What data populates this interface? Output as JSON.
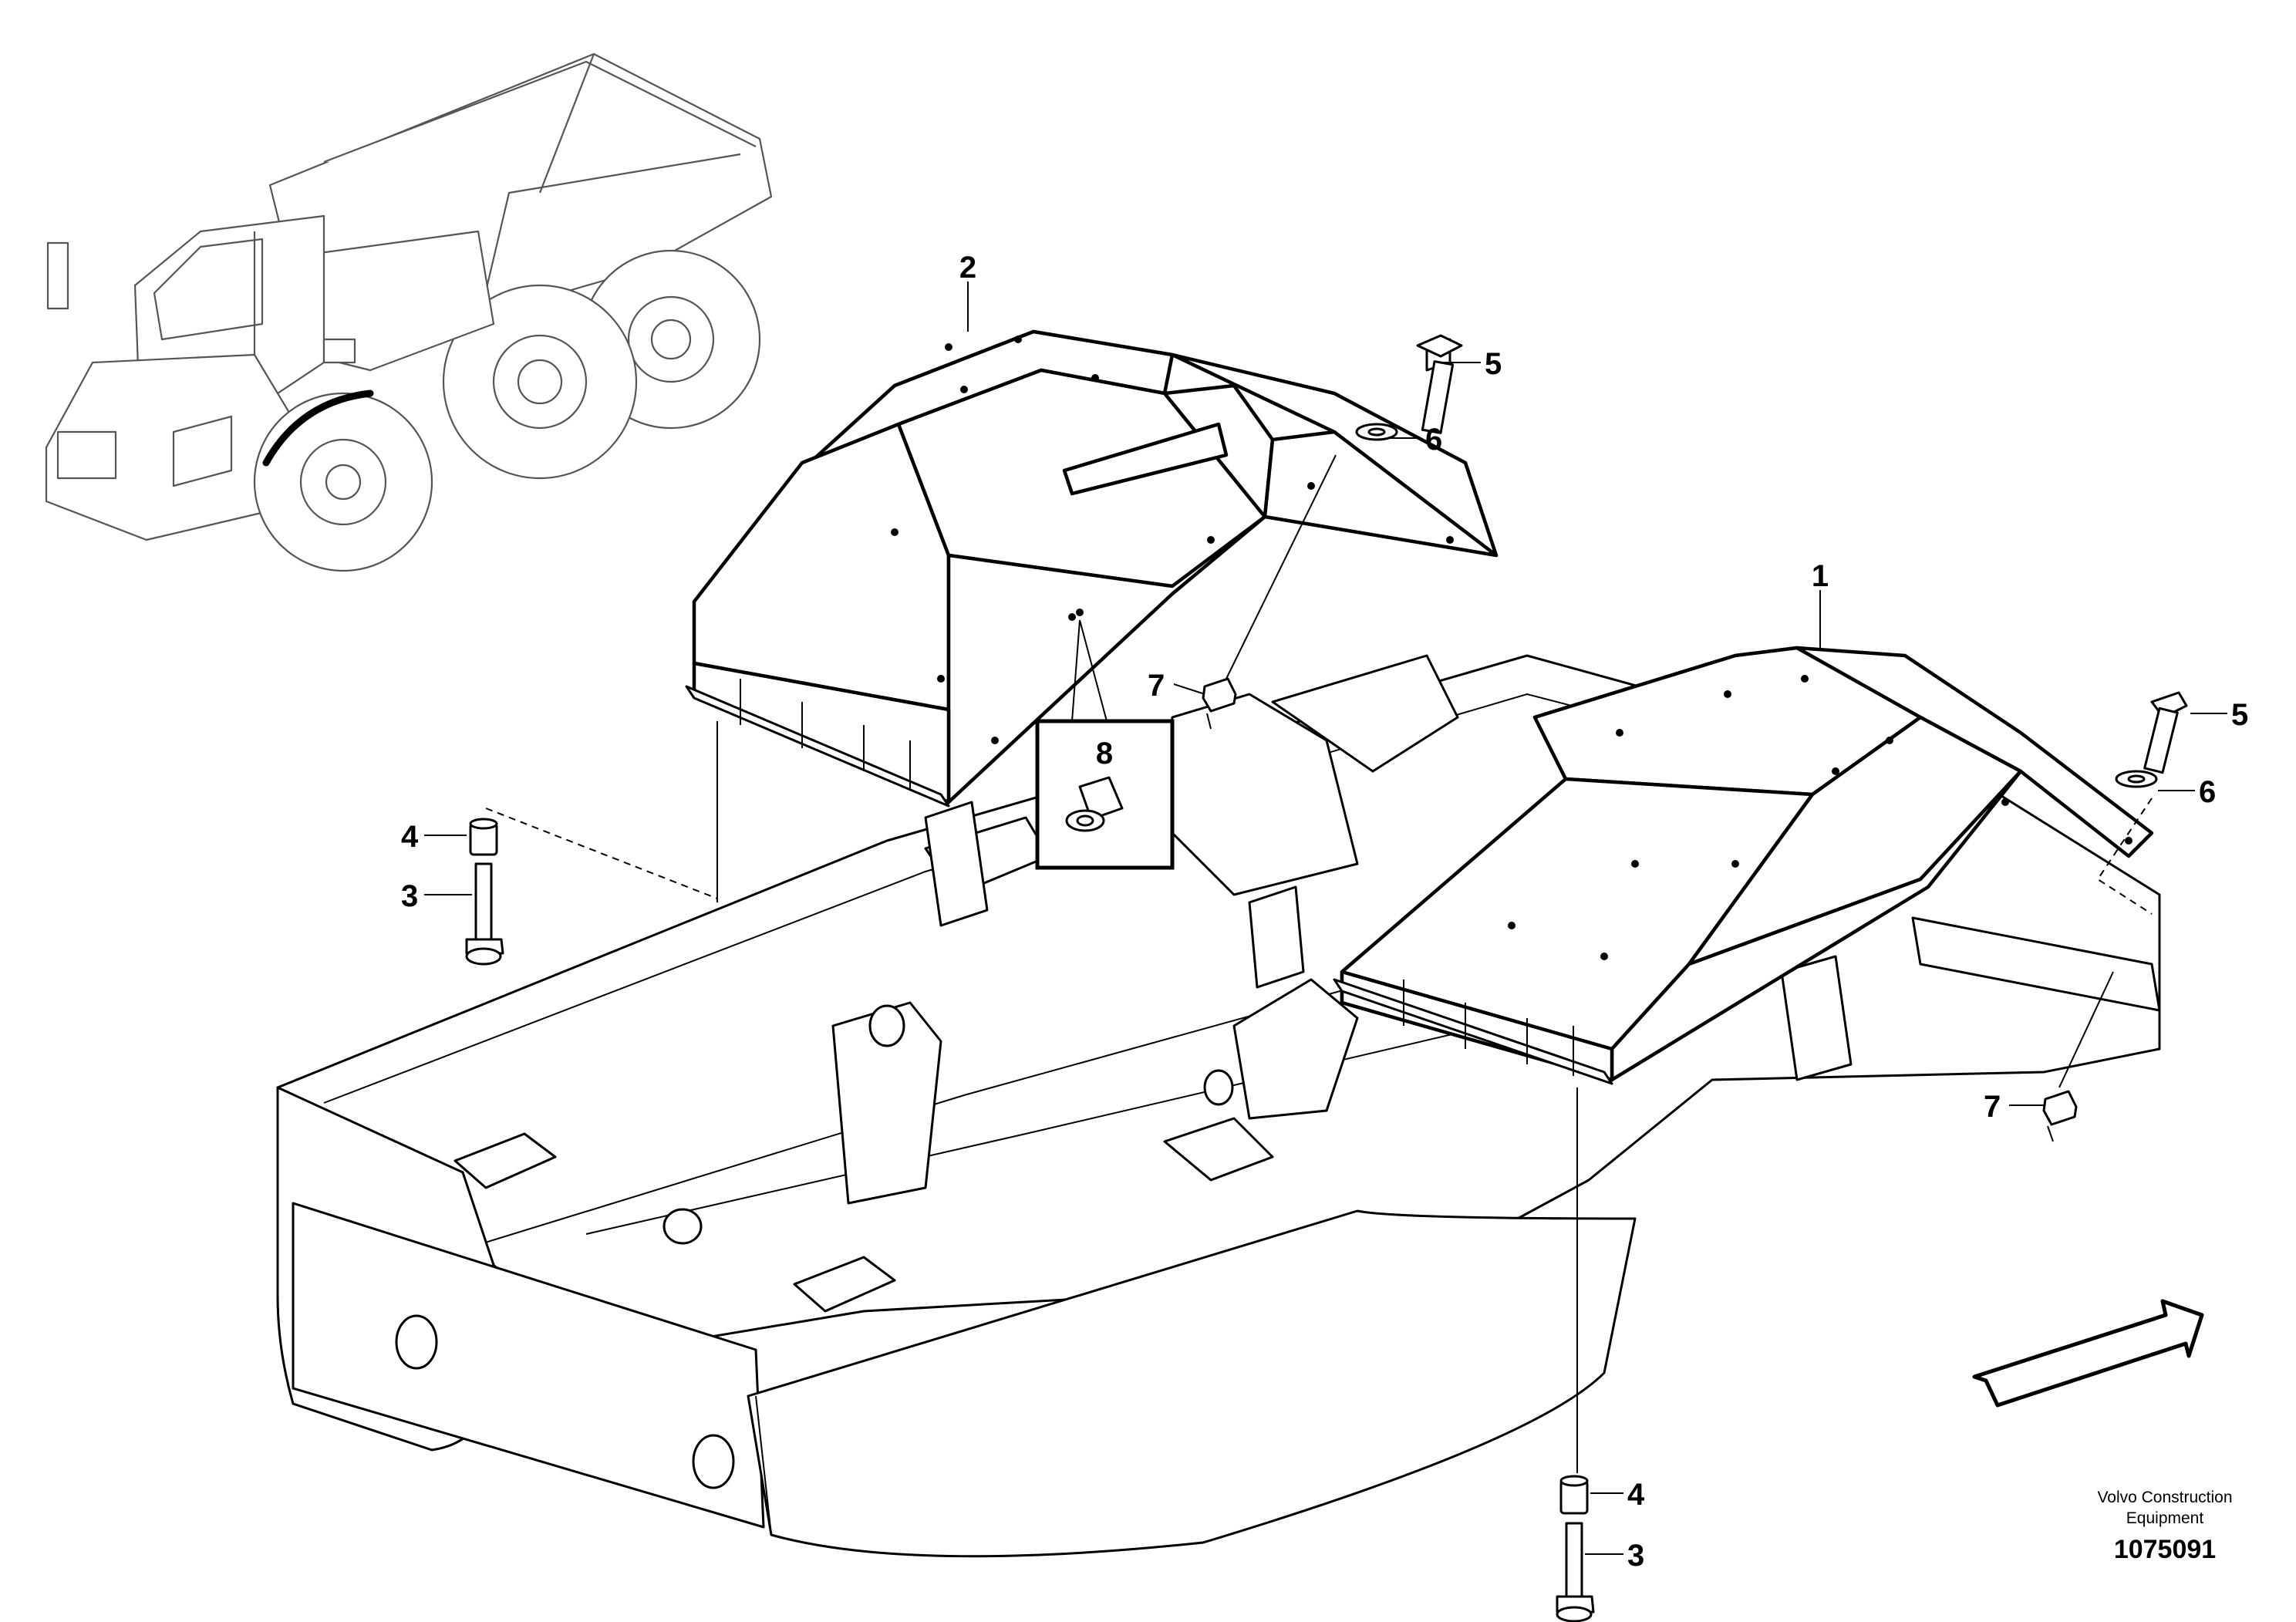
{
  "diagram": {
    "callouts": {
      "c1": "1",
      "c2": "2",
      "c3a": "3",
      "c3b": "3",
      "c4a": "4",
      "c4b": "4",
      "c5a": "5",
      "c5b": "5",
      "c6a": "6",
      "c6b": "6",
      "c7a": "7",
      "c7b": "7",
      "c8": "8"
    },
    "footer": {
      "brand_line1": "Volvo Construction",
      "brand_line2": "Equipment",
      "part_number": "1075091"
    }
  }
}
